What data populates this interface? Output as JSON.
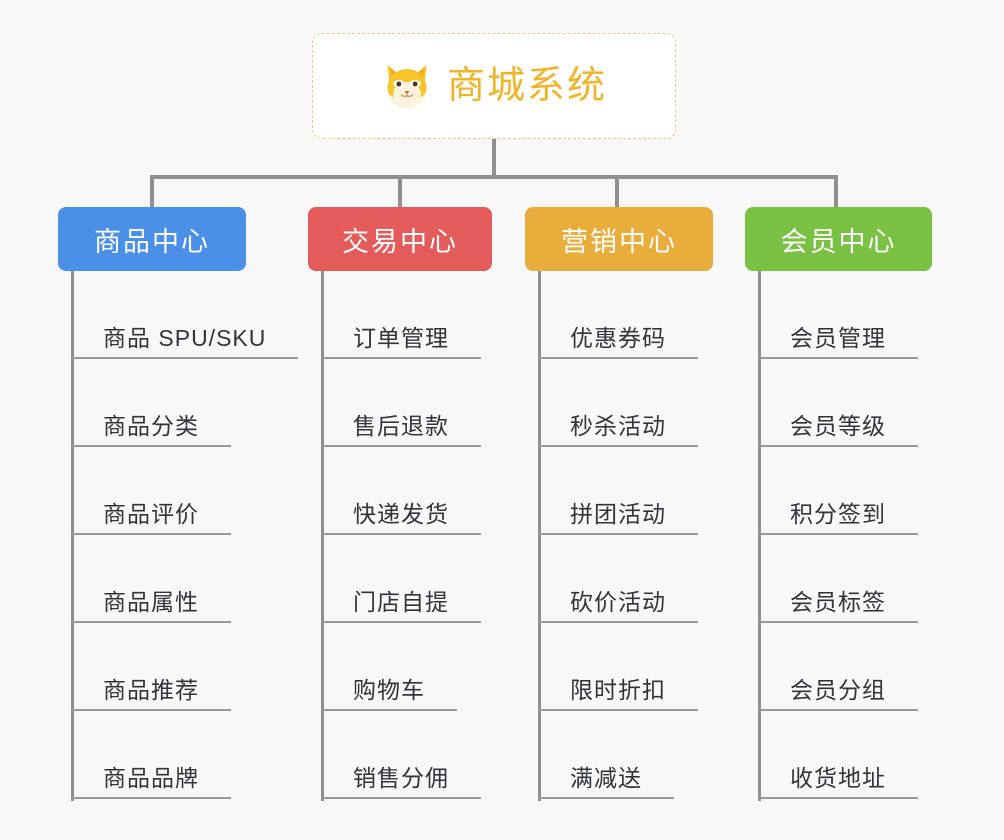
{
  "diagram": {
    "title": "商城系统",
    "background_color": "#f8f8f8",
    "connector_color": "#909090",
    "root": {
      "label": "商城系统",
      "icon": "shiba-dog-face-icon",
      "text_color": "#f0b429",
      "border_color": "#f2c97d",
      "background_color": "#ffffff"
    },
    "categories": [
      {
        "label": "商品中心",
        "color": "#4a90e8",
        "items": [
          "商品 SPU/SKU",
          "商品分类",
          "商品评价",
          "商品属性",
          "商品推荐",
          "商品品牌"
        ]
      },
      {
        "label": "交易中心",
        "color": "#e35b5b",
        "items": [
          "订单管理",
          "售后退款",
          "快递发货",
          "门店自提",
          "购物车",
          "销售分佣"
        ]
      },
      {
        "label": "营销中心",
        "color": "#e9ad3c",
        "items": [
          "优惠券码",
          "秒杀活动",
          "拼团活动",
          "砍价活动",
          "限时折扣",
          "满减送"
        ]
      },
      {
        "label": "会员中心",
        "color": "#7ac143",
        "items": [
          "会员管理",
          "会员等级",
          "积分签到",
          "会员标签",
          "会员分组",
          "收货地址"
        ]
      }
    ]
  }
}
